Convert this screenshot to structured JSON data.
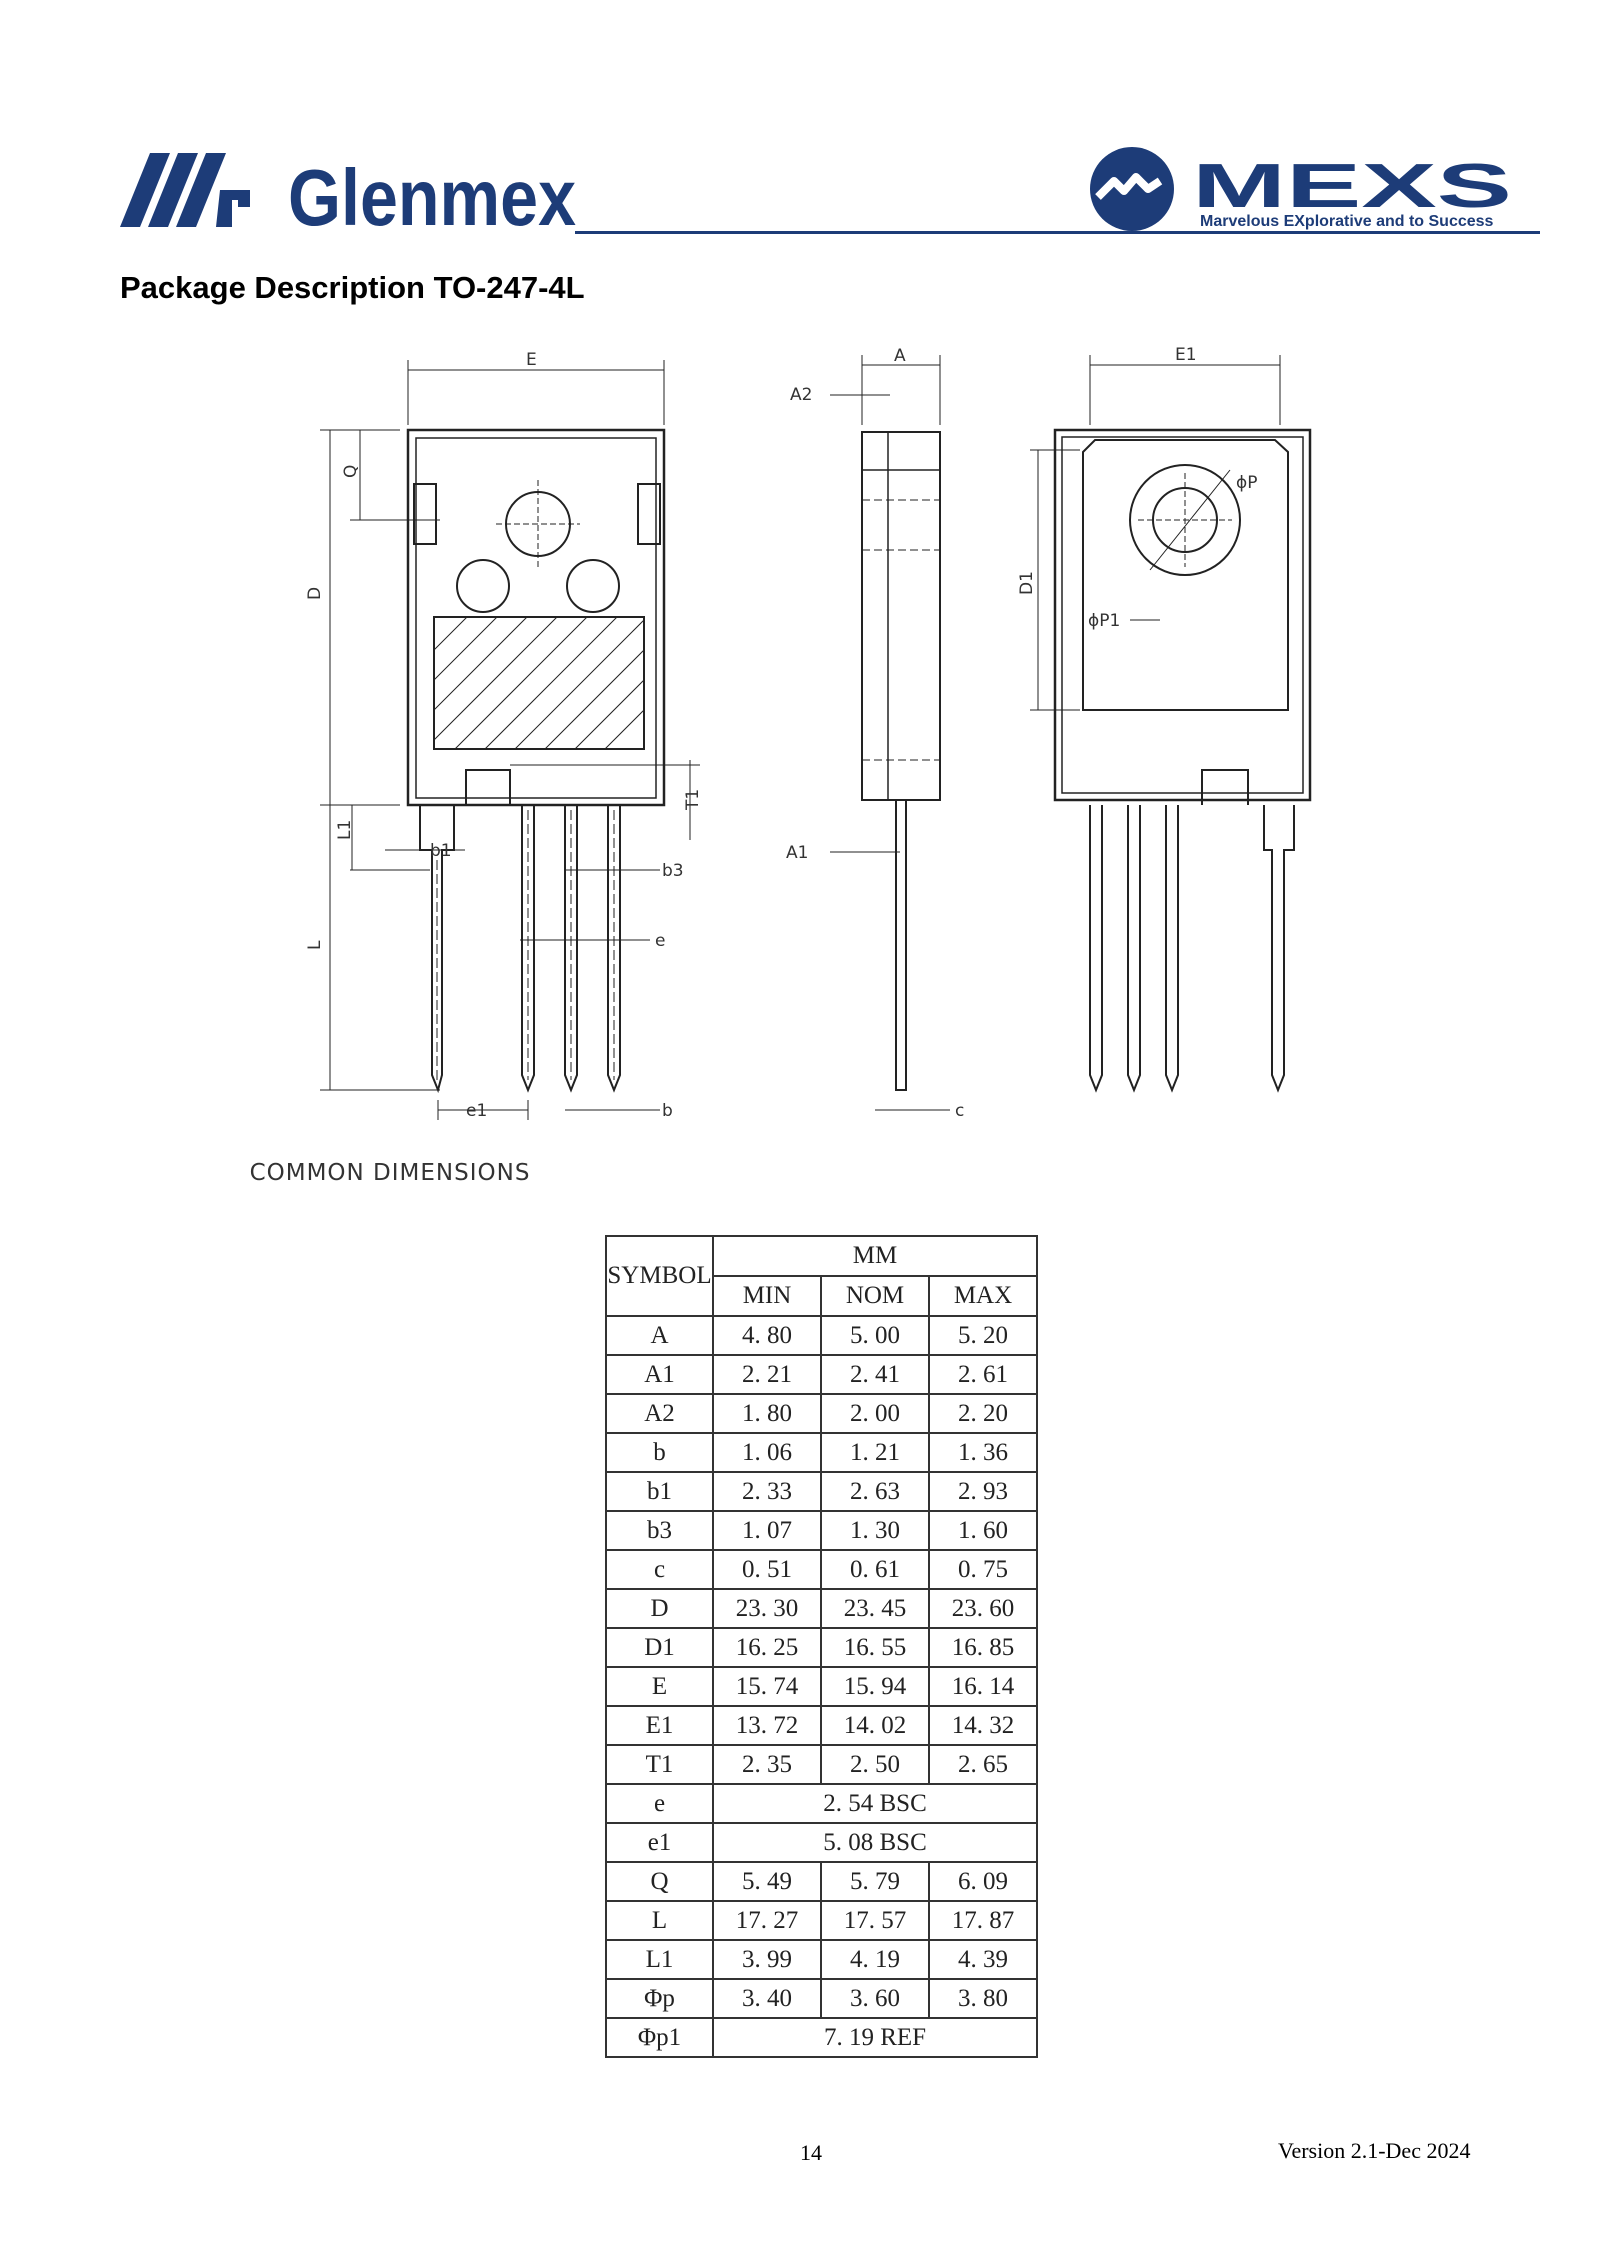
{
  "header": {
    "brand_left": "Glenmex",
    "brand_right": "MEXS",
    "brand_right_tagline": "Marvelous EXplorative and to Success",
    "colors": {
      "brand": "#1d3c78"
    }
  },
  "section_title": "Package Description TO-247-4L",
  "drawing_labels": {
    "E": "E",
    "A": "A",
    "A2": "A2",
    "E1": "E1",
    "Q": "Q",
    "D": "D",
    "L1": "L1",
    "T1": "T1",
    "b1": "b1",
    "b3": "b3",
    "e": "e",
    "L": "L",
    "e1": "e1",
    "b": "b",
    "A1": "A1",
    "c": "c",
    "D1": "D1",
    "phiP": "ϕP",
    "phiP1": "ϕP1"
  },
  "dimensions_caption": "COMMON DIMENSIONS",
  "table": {
    "symbol_header": "SYMBOL",
    "unit_header": "MM",
    "col_headers": [
      "MIN",
      "NOM",
      "MAX"
    ],
    "rows": [
      {
        "symbol": "A",
        "min": "4. 80",
        "nom": "5. 00",
        "max": "5. 20"
      },
      {
        "symbol": "A1",
        "min": "2. 21",
        "nom": "2. 41",
        "max": "2. 61"
      },
      {
        "symbol": "A2",
        "min": "1. 80",
        "nom": "2. 00",
        "max": "2. 20"
      },
      {
        "symbol": "b",
        "min": "1. 06",
        "nom": "1. 21",
        "max": "1. 36"
      },
      {
        "symbol": "b1",
        "min": "2. 33",
        "nom": "2. 63",
        "max": "2. 93"
      },
      {
        "symbol": "b3",
        "min": "1. 07",
        "nom": "1. 30",
        "max": "1. 60"
      },
      {
        "symbol": "c",
        "min": "0. 51",
        "nom": "0. 61",
        "max": "0. 75"
      },
      {
        "symbol": "D",
        "min": "23. 30",
        "nom": "23. 45",
        "max": "23. 60"
      },
      {
        "symbol": "D1",
        "min": "16. 25",
        "nom": "16. 55",
        "max": "16. 85"
      },
      {
        "symbol": "E",
        "min": "15. 74",
        "nom": "15. 94",
        "max": "16. 14"
      },
      {
        "symbol": "E1",
        "min": "13. 72",
        "nom": "14. 02",
        "max": "14. 32"
      },
      {
        "symbol": "T1",
        "min": "2. 35",
        "nom": "2. 50",
        "max": "2. 65"
      },
      {
        "symbol": "e",
        "span": "2. 54  BSC"
      },
      {
        "symbol": "e1",
        "span": "5. 08  BSC"
      },
      {
        "symbol": "Q",
        "min": "5. 49",
        "nom": "5. 79",
        "max": "6. 09"
      },
      {
        "symbol": "L",
        "min": "17. 27",
        "nom": "17. 57",
        "max": "17. 87"
      },
      {
        "symbol": "L1",
        "min": "3. 99",
        "nom": "4. 19",
        "max": "4. 39"
      },
      {
        "symbol": "Φp",
        "min": "3. 40",
        "nom": "3. 60",
        "max": "3. 80"
      },
      {
        "symbol": "Φp1",
        "span": "7. 19  REF"
      }
    ]
  },
  "footer": {
    "page_number": "14",
    "version": "Version 2.1-Dec 2024"
  }
}
